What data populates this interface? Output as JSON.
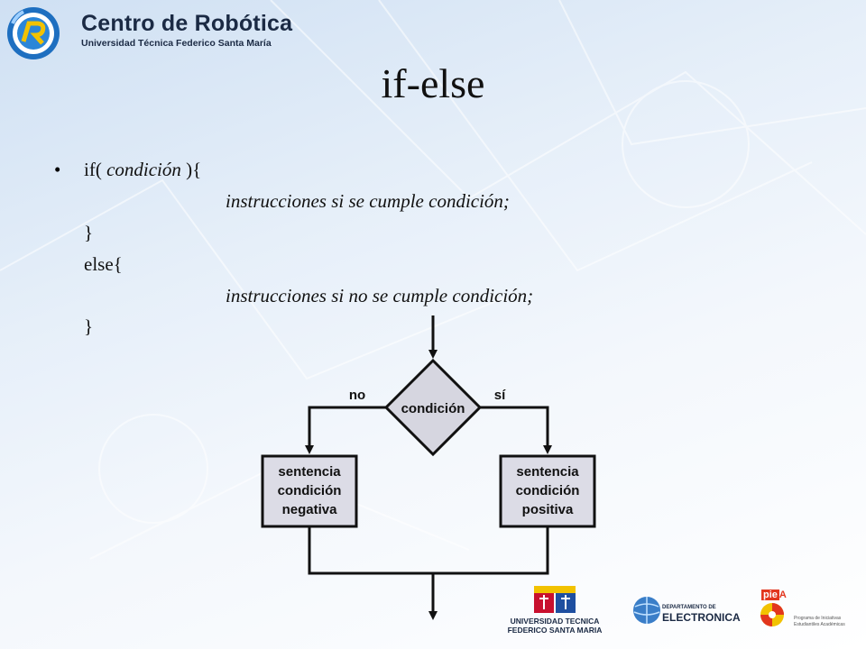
{
  "header": {
    "brand_title": "Centro de Robótica",
    "brand_subtitle": "Universidad Técnica Federico Santa María"
  },
  "slide": {
    "title": "if-else",
    "code": {
      "line1_prefix": "if( ",
      "line1_condition": "condición",
      "line1_suffix": " ){",
      "line2": "instrucciones si se cumple condición;",
      "line3": "}",
      "line4": "else{",
      "line5": "instrucciones si no se cumple condición;",
      "line6": "}"
    }
  },
  "flowchart": {
    "decision": "condición",
    "no_label": "no",
    "yes_label": "sí",
    "left_box": [
      "sentencia",
      "condición",
      "negativa"
    ],
    "right_box": [
      "sentencia",
      "condición",
      "positiva"
    ]
  },
  "footer": {
    "utfsm_line1": "UNIVERSIDAD TECNICA",
    "utfsm_line2": "FEDERICO SANTA MARIA",
    "depto_line1": "DEPARTAMENTO DE",
    "depto_line2": "ELECTRONICA",
    "piea_mark": "pie",
    "piea_mark_suffix": "A",
    "piea_line1": "Programa de Iniciativas",
    "piea_line2": "Estudiantiles Académicas"
  },
  "colors": {
    "box_fill": "#dcdce6",
    "diamond_fill": "#d6d6e0",
    "stroke": "#111111",
    "brand_dark": "#1b2a44"
  }
}
